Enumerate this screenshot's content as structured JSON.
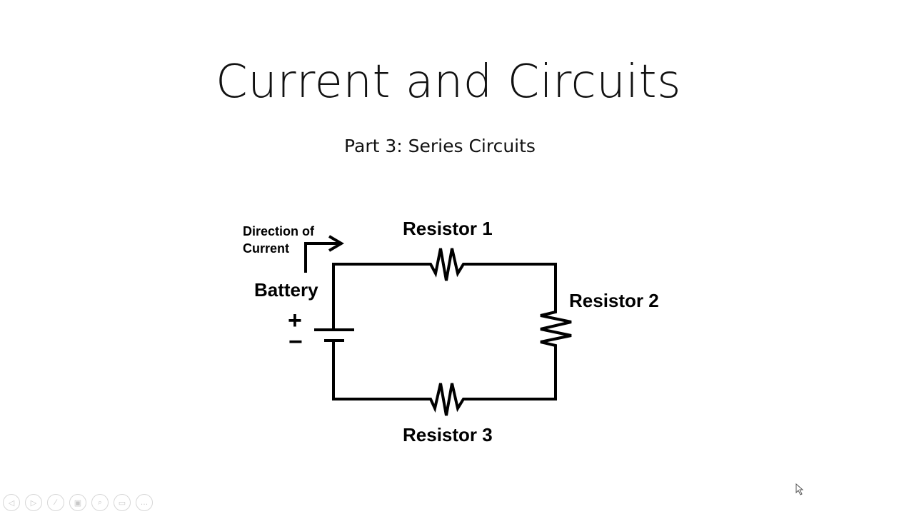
{
  "slide": {
    "title": "Current and Circuits",
    "subtitle": "Part 3: Series Circuits"
  },
  "diagram": {
    "direction_label_line1": "Direction of",
    "direction_label_line2": "Current",
    "battery_label": "Battery",
    "plus_sign": "+",
    "minus_sign": "−",
    "resistor1_label": "Resistor 1",
    "resistor2_label": "Resistor 2",
    "resistor3_label": "Resistor 3"
  },
  "toolbar": {
    "buttons": [
      {
        "name": "previous-slide",
        "icon": "◁"
      },
      {
        "name": "next-slide",
        "icon": "▷"
      },
      {
        "name": "pen",
        "icon": "∕"
      },
      {
        "name": "see-all-slides",
        "icon": "▣"
      },
      {
        "name": "zoom",
        "icon": "⌕"
      },
      {
        "name": "subtitles",
        "icon": "▭"
      },
      {
        "name": "more-options",
        "icon": "…"
      }
    ]
  }
}
